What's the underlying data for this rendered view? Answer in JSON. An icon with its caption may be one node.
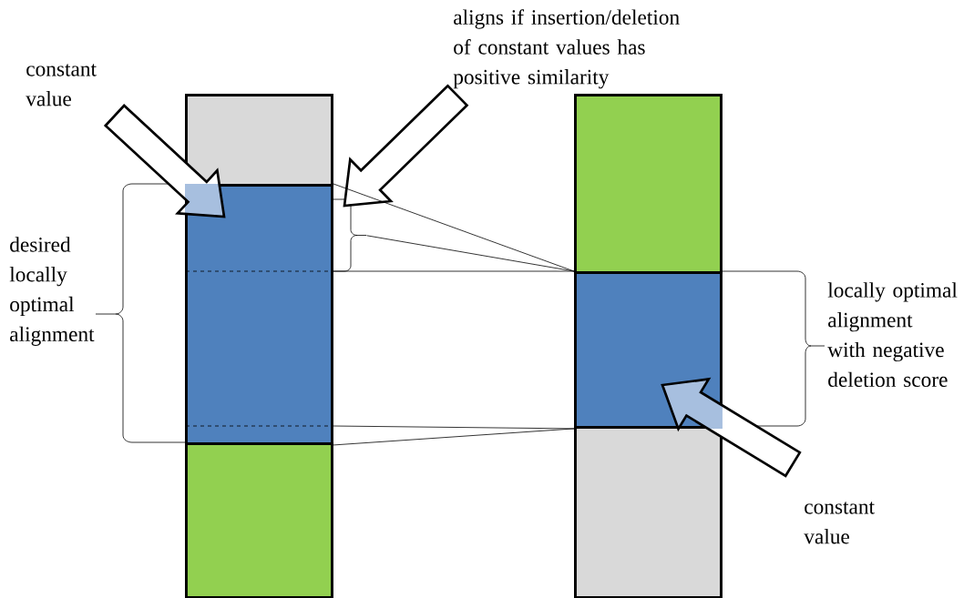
{
  "diagram": {
    "nodes": [
      {
        "text": [
          "constant value"
        ]
      },
      {
        "text": [
          "aligns if insertion/deletion of constant values has positive similarity"
        ]
      },
      {
        "text": [],
        "shape": "box"
      },
      {
        "text": [],
        "shape": "box"
      },
      {
        "text": [],
        "shape": "box"
      },
      {
        "text": [],
        "shape": "box"
      },
      {
        "text": [],
        "shape": "box"
      },
      {
        "text": [],
        "shape": "box"
      },
      {
        "text": [
          "constant value"
        ]
      },
      {
        "text": [],
        "shape": "bracket"
      }
    ],
    "edges": [
      {
        "from": 0,
        "to": 3,
        "arrow": "to",
        "style": "thick"
      },
      {
        "from": 1,
        "to": 9,
        "arrow": "to",
        "style": "thick"
      },
      {
        "from": 8,
        "to": 6,
        "arrow": "to",
        "style": "thick"
      },
      {
        "from": 3,
        "to": 6,
        "arrow": "none"
      },
      {
        "from": 3,
        "to": 6,
        "arrow": "none"
      },
      {
        "from": 3,
        "to": 6,
        "arrow": "none"
      },
      {
        "from": 3,
        "to": 6,
        "arrow": "none"
      },
      {
        "from": 9,
        "to": 6,
        "arrow": "none"
      }
    ],
    "labels": [
      "desired locally optimal alignment",
      "locally optimal alignment with negative deletion score"
    ]
  }
}
